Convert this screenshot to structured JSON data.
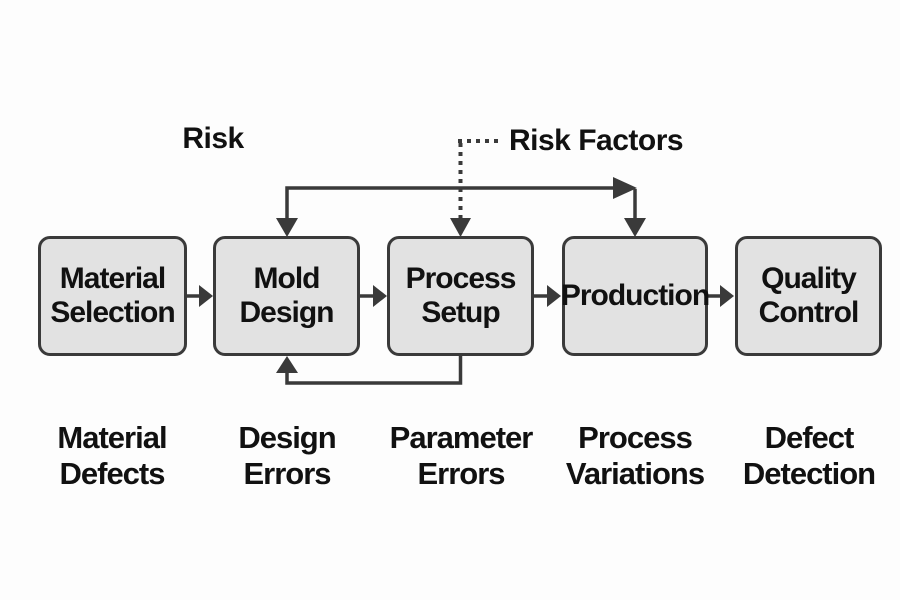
{
  "diagram": {
    "risk_label": "Risk",
    "risk_factors_label": "Risk Factors",
    "nodes": [
      {
        "label": "Material\nSelection",
        "risk": "Material\nDefects"
      },
      {
        "label": "Mold\nDesign",
        "risk": "Design\nErrors"
      },
      {
        "label": "Process\nSetup",
        "risk": "Parameter\nErrors"
      },
      {
        "label": "Production",
        "risk": "Process\nVariations"
      },
      {
        "label": "Quality\nControl",
        "risk": "Defect\nDetection"
      }
    ],
    "colors": {
      "box_fill": "#e2e2e2",
      "box_border": "#3a3a3a",
      "line": "#3a3a3a",
      "text": "#111111",
      "background": "#fdfdfd"
    }
  }
}
